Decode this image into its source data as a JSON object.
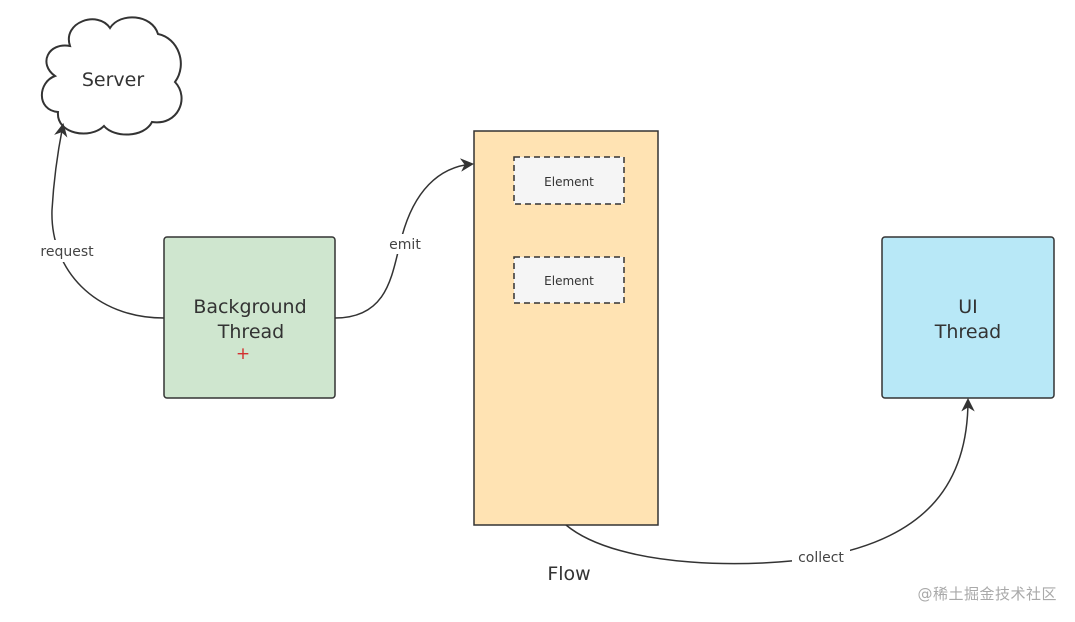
{
  "nodes": {
    "server": {
      "label": "Server"
    },
    "background_thread": {
      "line1": "Background",
      "line2": "Thread"
    },
    "flow": {
      "label": "Flow",
      "elements": [
        "Element",
        "Element"
      ]
    },
    "ui_thread": {
      "line1": "UI",
      "line2": "Thread"
    }
  },
  "edges": {
    "request": "request",
    "emit": "emit",
    "collect": "collect"
  },
  "colors": {
    "background_thread_fill": "#cfe6cf",
    "flow_fill": "#ffe3b3",
    "ui_thread_fill": "#b8e8f7",
    "element_fill": "#f5f5f5",
    "stroke": "#333333",
    "cursor_marker": "#d32f2f"
  },
  "watermark": "@稀土掘金技术社区"
}
